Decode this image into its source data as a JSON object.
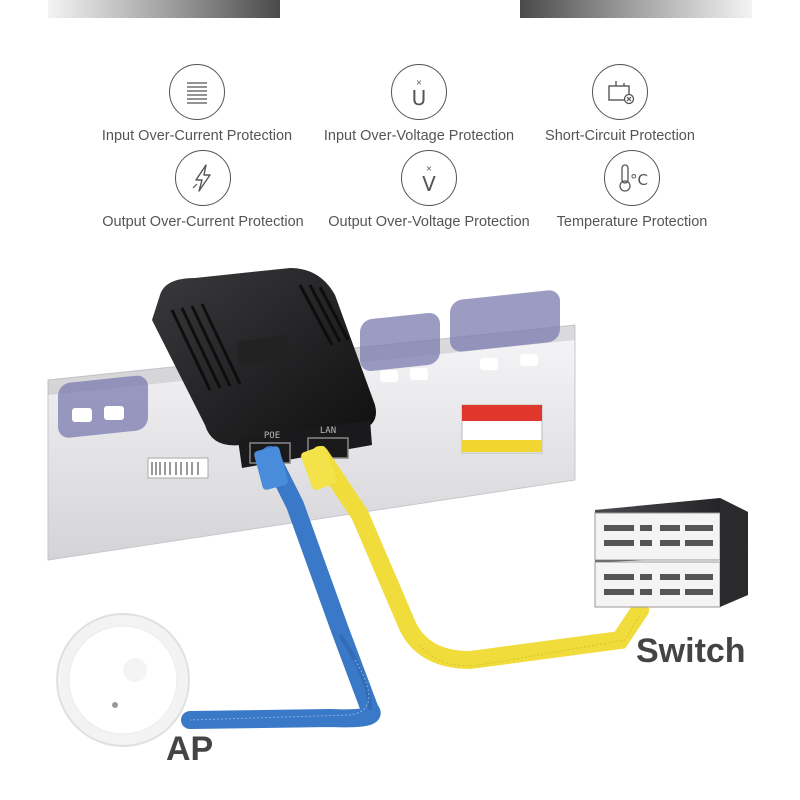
{
  "features": [
    {
      "label": "Input Over-Current Protection",
      "icon": "stacked-lines-icon"
    },
    {
      "label": "Input Over-Voltage Protection",
      "icon": "u-voltage-icon"
    },
    {
      "label": "Short-Circuit Protection",
      "icon": "battery-short-icon"
    },
    {
      "label": "Output Over-Current Protection",
      "icon": "lightning-icon"
    },
    {
      "label": "Output Over-Voltage Protection",
      "icon": "v-voltage-icon"
    },
    {
      "label": "Temperature Protection",
      "icon": "thermometer-icon"
    }
  ],
  "scene": {
    "port_poe": "POE",
    "port_lan": "LAN",
    "switch_label": "Switch",
    "ap_label": "AP"
  },
  "colors": {
    "blue_cable": "#3a78c8",
    "yellow_cable": "#f0dc3a",
    "adapter": "#1d1d1f",
    "strip": "#e9e9ec",
    "switch_dark": "#2d2d30"
  }
}
